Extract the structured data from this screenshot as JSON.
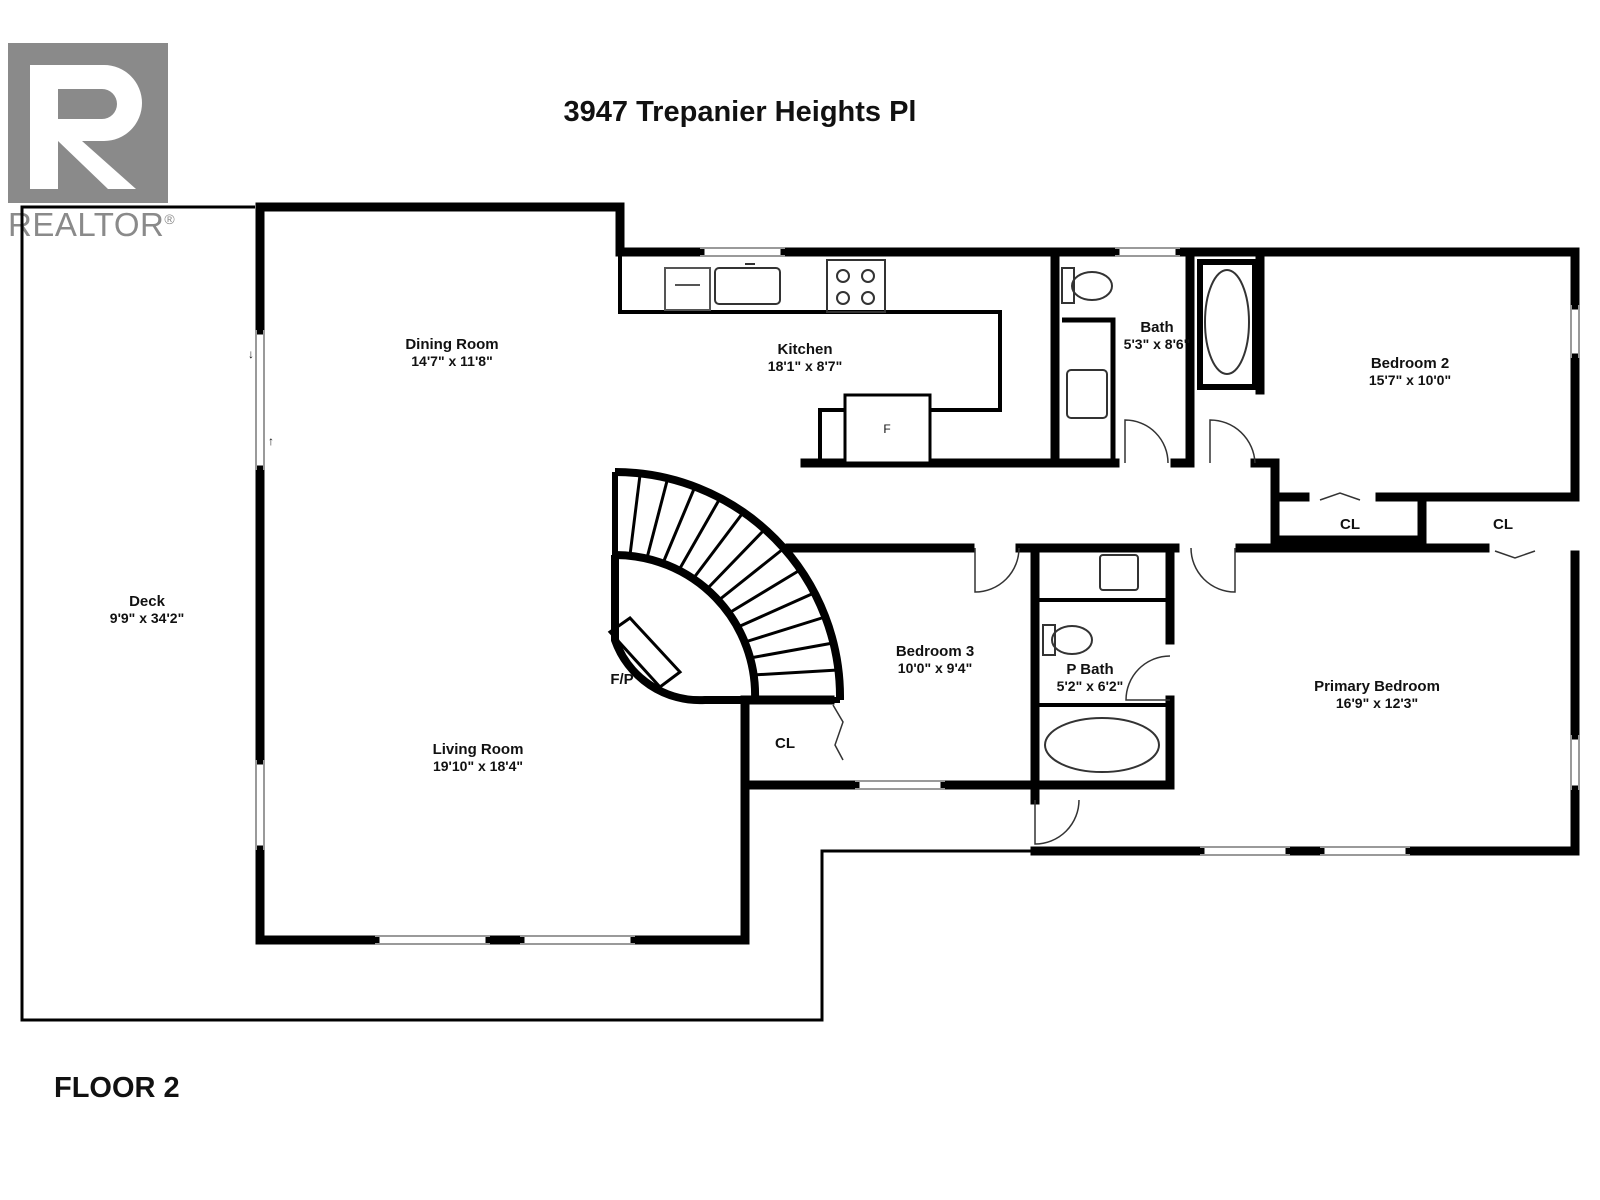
{
  "title": "3947 Trepanier Heights Pl",
  "floor": "FLOOR 2",
  "logo": {
    "text": "REALTOR",
    "reg_mark": "®",
    "icon": "realtor-r-logo-icon",
    "color": "#8a8a8a"
  },
  "rooms": [
    {
      "id": "dining",
      "name": "Dining Room",
      "dims": "14'7\" x 11'8\""
    },
    {
      "id": "kitchen",
      "name": "Kitchen",
      "dims": "18'1\" x 8'7\""
    },
    {
      "id": "bath",
      "name": "Bath",
      "dims": "5'3\" x 8'6\""
    },
    {
      "id": "bedroom2",
      "name": "Bedroom 2",
      "dims": "15'7\" x 10'0\""
    },
    {
      "id": "deck",
      "name": "Deck",
      "dims": "9'9\" x 34'2\""
    },
    {
      "id": "bedroom3",
      "name": "Bedroom 3",
      "dims": "10'0\" x 9'4\""
    },
    {
      "id": "pbath",
      "name": "P Bath",
      "dims": "5'2\" x 6'2\""
    },
    {
      "id": "primary",
      "name": "Primary Bedroom",
      "dims": "16'9\" x 12'3\""
    },
    {
      "id": "living",
      "name": "Living Room",
      "dims": "19'10\" x 18'4\""
    }
  ],
  "labels": {
    "closet": "CL",
    "fireplace": "F/P",
    "fridge": "F"
  },
  "colors": {
    "wall": "#000000",
    "window": "#9a9a9a"
  }
}
